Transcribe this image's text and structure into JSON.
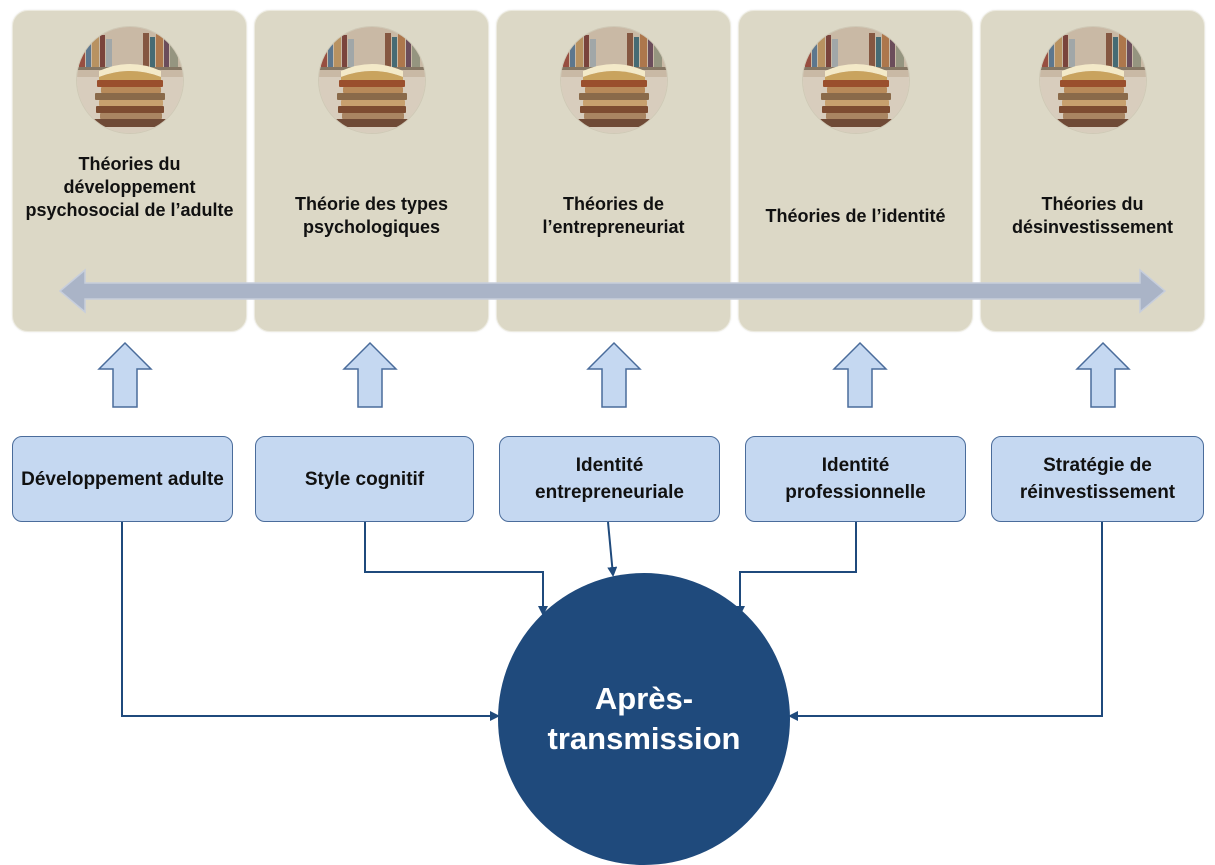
{
  "theories": [
    {
      "label": "Théories du développement psychosocial de l’adulte"
    },
    {
      "label": "Théorie des types psychologiques"
    },
    {
      "label": "Théories de l’entrepreneuriat"
    },
    {
      "label": "Théories de l’identité"
    },
    {
      "label": "Théories du désinvestissement"
    }
  ],
  "concepts": [
    {
      "label": "Développement adulte"
    },
    {
      "label": "Style cognitif"
    },
    {
      "label": "Identité entrepreneuriale"
    },
    {
      "label": "Identité professionnelle"
    },
    {
      "label": "Stratégie de réinvestissement"
    }
  ],
  "hub": {
    "label": "Après-transmission"
  },
  "colors": {
    "panel_fill": "#dcd8c6",
    "concept_fill": "#c5d8f1",
    "concept_border": "#4a6c9b",
    "hub_fill": "#1f4a7c",
    "timeline_arrow": "#aab4c7",
    "connector": "#1f4a7c"
  },
  "icons": {
    "panel_image": "books-stack-icon"
  }
}
